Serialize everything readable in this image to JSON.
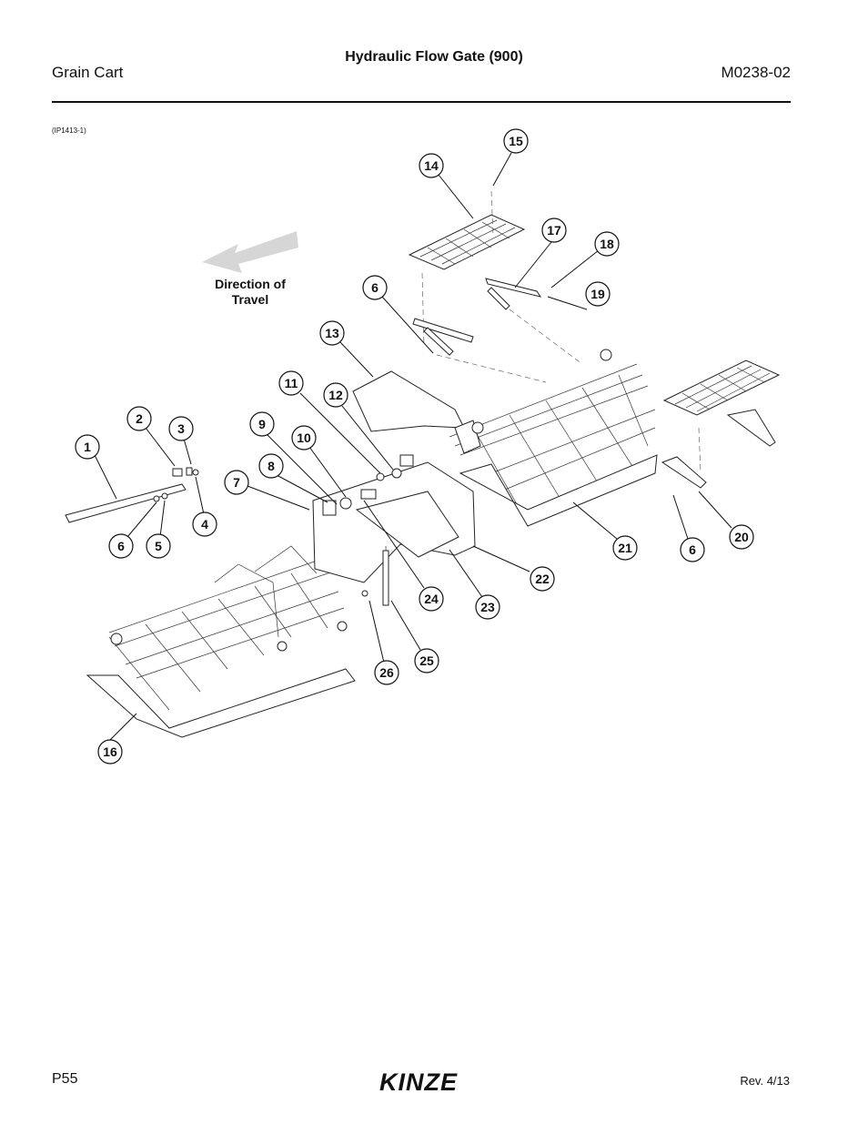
{
  "header": {
    "title": "Hydraulic Flow Gate (900)",
    "left": "Grain Cart",
    "right": "M0238-02"
  },
  "figure": {
    "code": "(IP1413-1)",
    "direction_label_line1": "Direction of",
    "direction_label_line2": "Travel",
    "callouts": [
      "1",
      "2",
      "3",
      "4",
      "5",
      "6",
      "7",
      "8",
      "9",
      "10",
      "11",
      "12",
      "13",
      "14",
      "15",
      "16",
      "17",
      "18",
      "19",
      "20",
      "21",
      "22",
      "23",
      "24",
      "25",
      "26"
    ]
  },
  "footer": {
    "page": "P55",
    "logo": "KINZE",
    "revision": "Rev. 4/13"
  }
}
